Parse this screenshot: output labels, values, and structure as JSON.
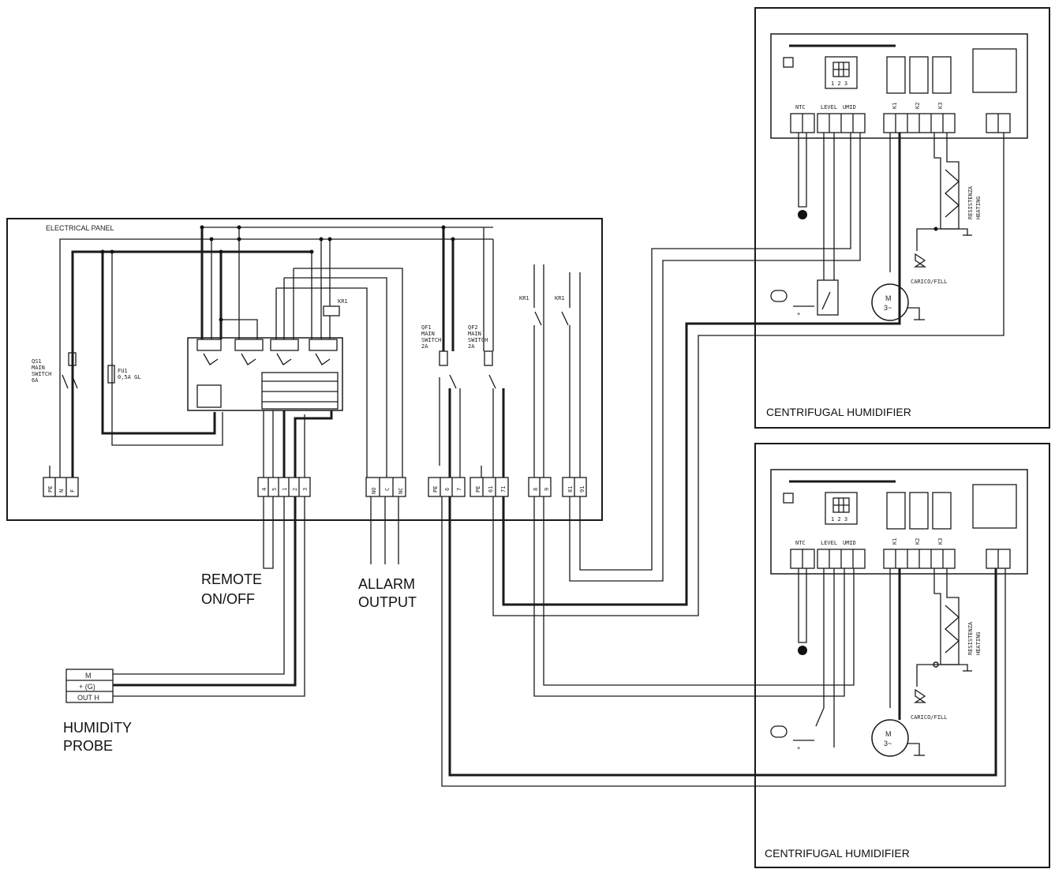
{
  "panel": {
    "title": "ELECTRICAL PANEL",
    "qs1": [
      "QS1",
      "MAIN",
      "SWITCH",
      "6A"
    ],
    "fu1": [
      "FU1",
      "0,5A GL"
    ],
    "qf1": [
      "QF1",
      "MAIN",
      "SWITCH",
      "2A"
    ],
    "qf2": [
      "QF2",
      "MAIN",
      "SWITCH",
      "2A"
    ],
    "kr1_label": "KR1",
    "terminals_power": [
      "PE",
      "N",
      "F"
    ],
    "terminals_remote": [
      "4",
      "5",
      "1",
      "2",
      "3"
    ],
    "terminals_alarm": [
      "NO",
      "C",
      "NC"
    ],
    "terminals_qf1": [
      "PE",
      "6",
      "7"
    ],
    "terminals_qf2": [
      "PE",
      "61",
      "71"
    ],
    "terminals_kr1a": [
      "8",
      "9"
    ],
    "terminals_kr1b": [
      "81",
      "91"
    ]
  },
  "labels": {
    "remote": [
      "REMOTE",
      "ON/OFF"
    ],
    "alarm": [
      "ALLARM",
      "OUTPUT"
    ],
    "probe": [
      "HUMIDITY",
      "PROBE"
    ]
  },
  "probe": {
    "rows": [
      "M",
      "+ (G)",
      "OUT H"
    ]
  },
  "humidifier": {
    "caption": "CENTRIFUGAL HUMIDIFIER",
    "keypad": "1 2 3",
    "ntc": "NTC",
    "level": "LEVEL",
    "umid": "UMID",
    "k1": "K1",
    "k2": "K2",
    "k3": "K3",
    "heater": [
      "RESISTENZA",
      "HEATING"
    ],
    "fill": "CARICO/FILL",
    "motor": [
      "M",
      "3~"
    ]
  }
}
